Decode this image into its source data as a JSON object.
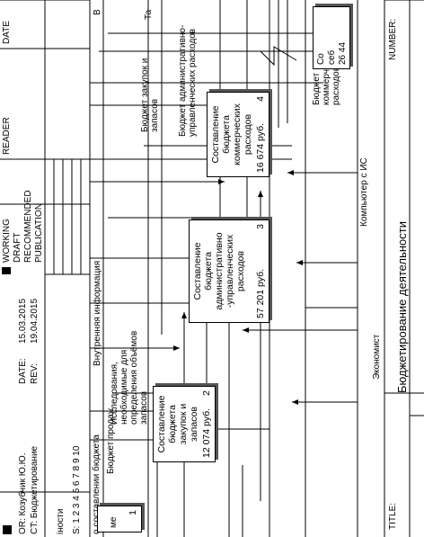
{
  "header": {
    "author_label": "OR: Козубчик Ю.Ю.",
    "project_label": "CT: Бюджетирование",
    "notes_fragment": "іности",
    "notes_numbers": "S: 1 2 3 4 5 6 7 8 9 10",
    "date_label": "DATE:",
    "date_value": "15.03.2015",
    "rev_label": "REV:",
    "rev_value": "19.04.2015",
    "status_working": "WORKING",
    "status_draft": "DRAFT",
    "status_recommended": "RECOMMENDED",
    "status_publication": "PUBLICATION",
    "reader_label": "READER",
    "date_col_label": "DATE"
  },
  "boxes": [
    {
      "title": "Составление бюджета закупок и запасов",
      "cost": "12 074 руб.",
      "number": "2"
    },
    {
      "title": "Составление бюджета административно -управленческих расходов",
      "cost": "57 201 руб.",
      "number": "3"
    },
    {
      "title": "Составление бюджета коммерческих расходов",
      "cost": "16 674 руб.",
      "number": "4"
    },
    {
      "title_fragment": "Со",
      "subtitle_fragment": "себ",
      "cost_fragment": "26 44"
    },
    {
      "title_fragment": "ме",
      "number": "1"
    }
  ],
  "arrows": {
    "top_fragment": "В",
    "ta_fragment": "Та",
    "budget_purchase": "Бюджет закупок и запасов",
    "budget_admin": "Бюджет административно-управленческих расходов",
    "budget_commercial": "Бюджет коммерческих расходов",
    "internal_info": "Внутренняя информация",
    "research": "Исследования, необходимые для определения объёмов запасов",
    "budget_sales": "Бюджет продаж",
    "decision": "о составлении бюджета",
    "computer": "Компьютер с ИС",
    "economist": "Экономист"
  },
  "footer": {
    "title_label": "TITLE:",
    "title_value": "Бюджетирование деятельности",
    "number_label": "NUMBER:"
  }
}
